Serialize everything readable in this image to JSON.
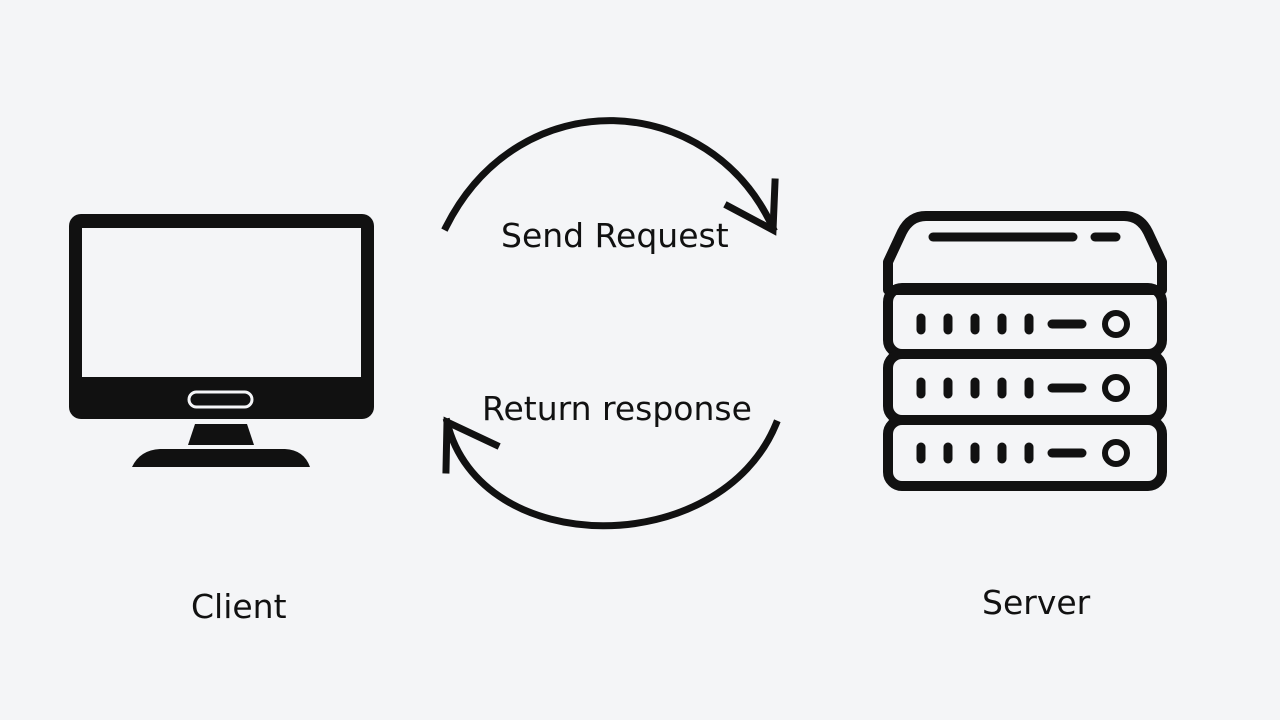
{
  "client": {
    "label": "Client",
    "icon": "monitor-icon"
  },
  "server": {
    "label": "Server",
    "icon": "server-rack-icon"
  },
  "flows": {
    "request": {
      "label": "Send Request",
      "icon": "curved-arrow-right-icon"
    },
    "response": {
      "label": "Return response",
      "icon": "curved-arrow-left-icon"
    }
  },
  "colors": {
    "background": "#f4f5f7",
    "ink": "#111111"
  }
}
